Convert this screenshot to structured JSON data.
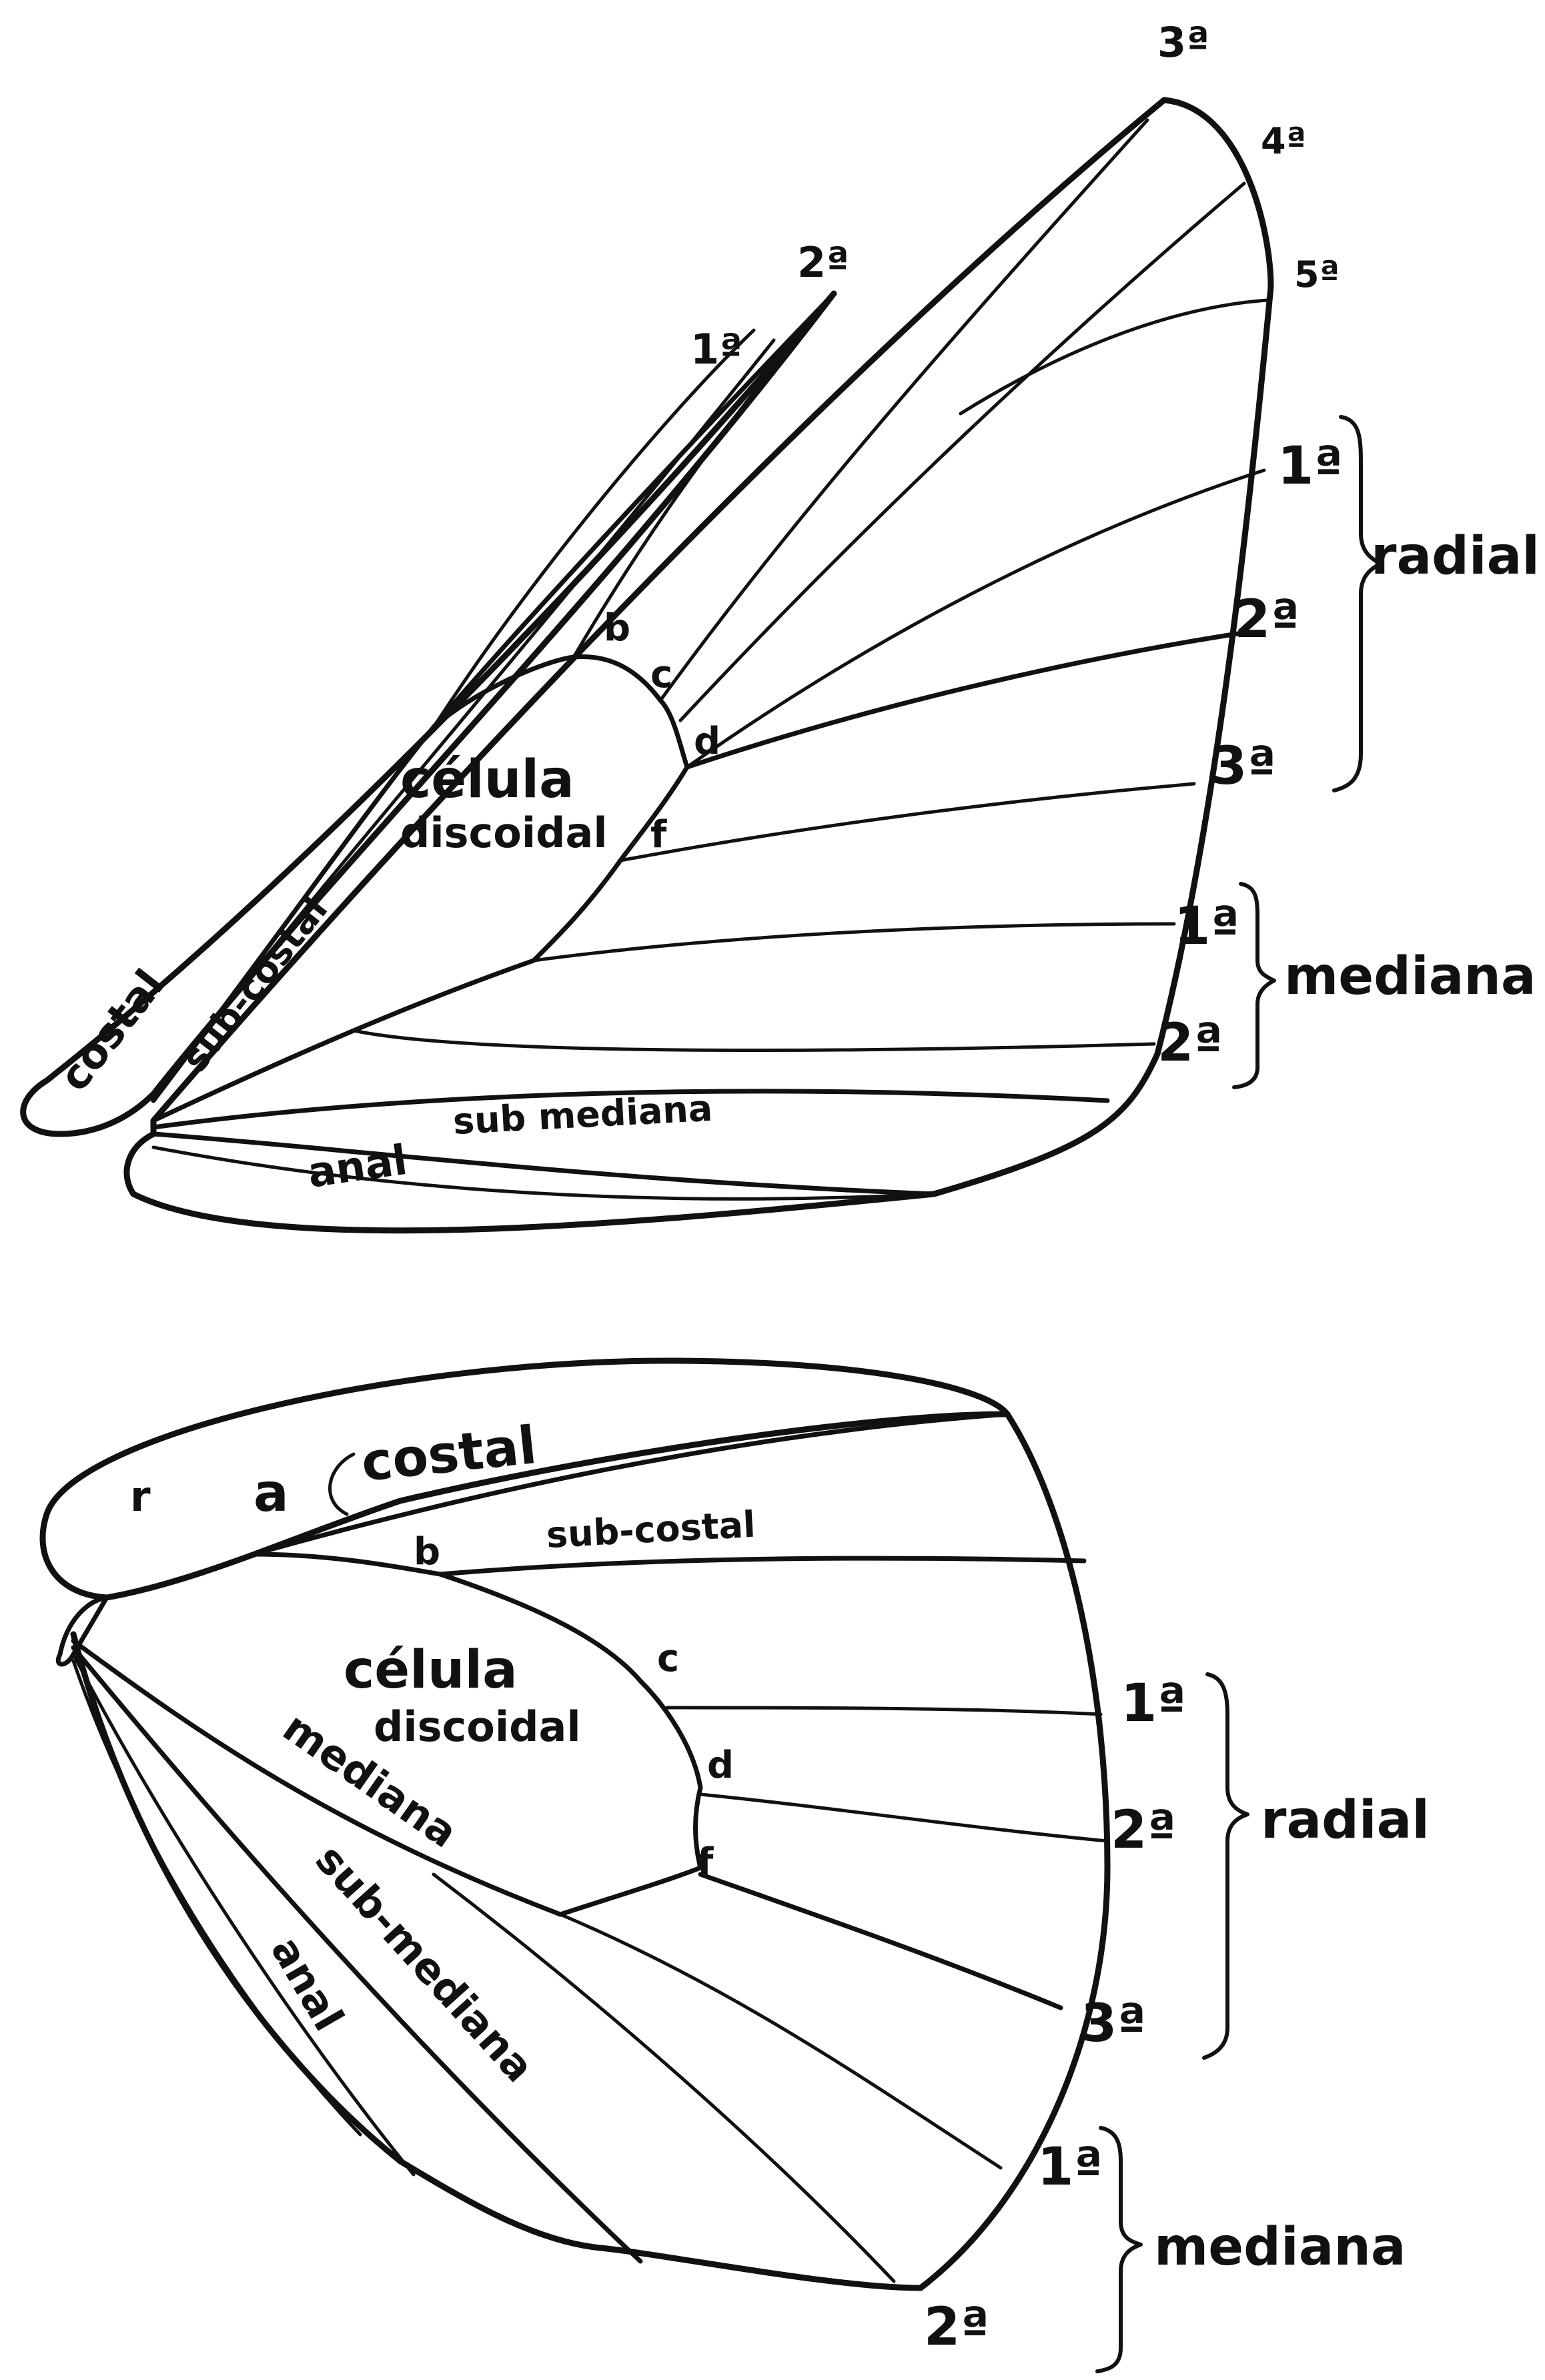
{
  "forewing": {
    "veins": {
      "costal": "costal",
      "subcostal": "sub-costal",
      "cell": [
        "célula",
        "discoidal"
      ],
      "submediana": "sub mediana",
      "anal": "anal"
    },
    "subcostal_branches": [
      "1ª",
      "2ª",
      "3ª",
      "4ª",
      "5ª"
    ],
    "cell_points": [
      "b",
      "c",
      "d",
      "f"
    ],
    "radial_branches": [
      "1ª",
      "2ª",
      "3ª"
    ],
    "radial_group": "radial",
    "mediana_branches": [
      "1ª",
      "2ª"
    ],
    "mediana_group": "mediana"
  },
  "hindwing": {
    "veins": {
      "costal": "costal",
      "subcostal": "sub-costal",
      "cell": [
        "célula",
        "discoidal"
      ],
      "mediana": "mediana",
      "submediana": "sub-mediana",
      "anal": "anal"
    },
    "markers": [
      "r",
      "a"
    ],
    "cell_points": [
      "b",
      "c",
      "d",
      "f"
    ],
    "radial_branches": [
      "1ª",
      "2ª",
      "3ª"
    ],
    "radial_group": "radial",
    "mediana_branches": [
      "1ª",
      "2ª"
    ],
    "mediana_group": "mediana"
  }
}
